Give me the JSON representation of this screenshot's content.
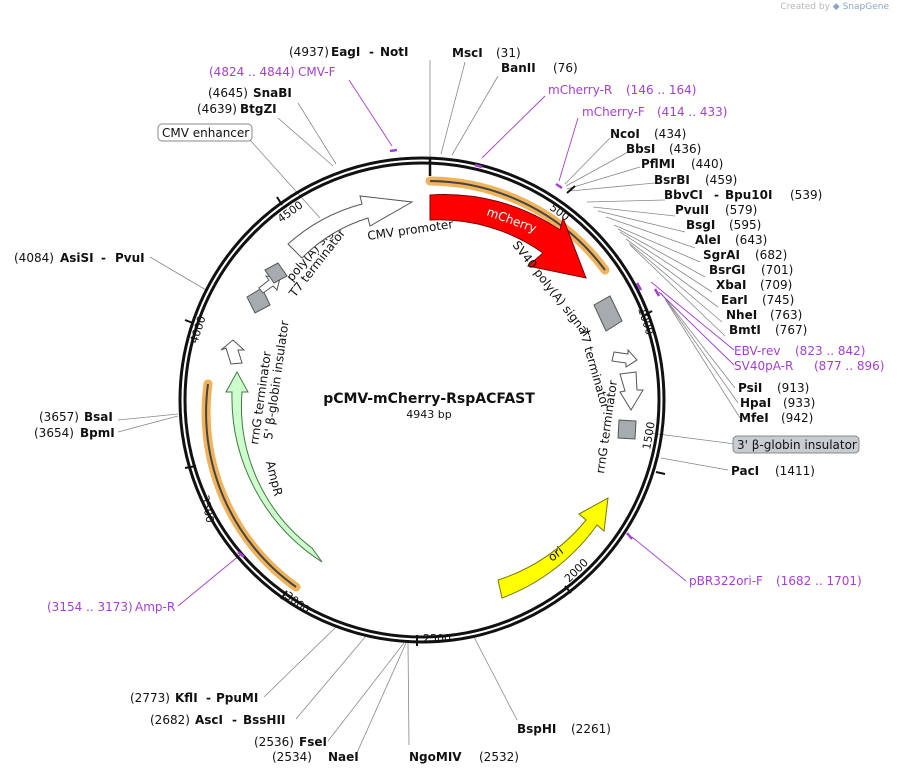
{
  "credit": {
    "prefix": "Created by",
    "brand": "SnapGene"
  },
  "plasmid": {
    "name": "pCMV-mCherry-RspACFAST",
    "size": "4943 bp"
  },
  "ticks": [
    "500",
    "1000",
    "1500",
    "2000",
    "2500",
    "3000",
    "3500",
    "4000",
    "4500"
  ],
  "features": {
    "mcherry": "mCherry",
    "sv40pa": "SV40 poly(A) signal",
    "t7term_r": "T7 terminator",
    "rrng_r": "rrnG terminator",
    "ori": "ori",
    "ampr": "AmpR",
    "rrng_l": "rrnG terminator",
    "globin5": "5' β-globin insulator",
    "t7term_l": "T7 terminator",
    "polya_l": "poly(A) signal",
    "cmvprom": "CMV promoter",
    "cmv_enh": "CMV enhancer",
    "globin3": "3' β-globin insulator"
  },
  "sites": {
    "eagi_pos": "(4937)",
    "eagi": "EagI",
    "dash1": "-",
    "noti": "NotI",
    "msci": "MscI",
    "msci_pos": "(31)",
    "banii": "BanII",
    "banii_pos": "(76)",
    "snabi_pos": "(4645)",
    "snabi": "SnaBI",
    "btgzi_pos": "(4639)",
    "btgzi": "BtgZI",
    "ncoi": "NcoI",
    "ncoi_pos": "(434)",
    "bbsi": "BbsI",
    "bbsi_pos": "(436)",
    "pflmi": "PflMI",
    "pflmi_pos": "(440)",
    "bsrbi": "BsrBI",
    "bsrbi_pos": "(459)",
    "bbvci": "BbvCI",
    "dash2": "-",
    "bpu10i": "Bpu10I",
    "bbvci_pos": "(539)",
    "pvuii": "PvuII",
    "pvuii_pos": "(579)",
    "bsgi": "BsgI",
    "bsgi_pos": "(595)",
    "alei": "AleI",
    "alei_pos": "(643)",
    "sgrai": "SgrAI",
    "sgrai_pos": "(682)",
    "bsrgi": "BsrGI",
    "bsrgi_pos": "(701)",
    "xbai": "XbaI",
    "xbai_pos": "(709)",
    "eari": "EarI",
    "eari_pos": "(745)",
    "nhei": "NheI",
    "nhei_pos": "(763)",
    "bmti": "BmtI",
    "bmti_pos": "(767)",
    "psii": "PsiI",
    "psii_pos": "(913)",
    "hpai": "HpaI",
    "hpai_pos": "(933)",
    "mfei": "MfeI",
    "mfei_pos": "(942)",
    "paci": "PacI",
    "paci_pos": "(1411)",
    "asisi_pos": "(4084)",
    "asisi": "AsiSI",
    "dash3": "-",
    "pvui": "PvuI",
    "bsai_pos": "(3657)",
    "bsai": "BsaI",
    "bpmi_pos": "(3654)",
    "bpmi": "BpmI",
    "kfli_pos": "(2773)",
    "kfli": "KflI",
    "dash4": "-",
    "ppumi": "PpuMI",
    "asci_pos": "(2682)",
    "asci": "AscI",
    "dash5": "-",
    "bsshii": "BssHII",
    "fsei_pos": "(2536)",
    "fsei": "FseI",
    "naei_pos": "(2534)",
    "naei": "NaeI",
    "ngomiv": "NgoMIV",
    "ngomiv_pos": "(2532)",
    "bsphi": "BspHI",
    "bsphi_pos": "(2261)"
  },
  "primers": {
    "cmvf_range": "(4824 .. 4844)",
    "cmvf": "CMV-F",
    "mcherryr": "mCherry-R",
    "mcherryr_range": "(146 .. 164)",
    "mcherryf": "mCherry-F",
    "mcherryf_range": "(414 .. 433)",
    "ebvrev": "EBV-rev",
    "ebvrev_range": "(823 .. 842)",
    "sv40par": "SV40pA-R",
    "sv40par_range": "(877 .. 896)",
    "pbr": "pBR322ori-F",
    "pbr_range": "(1682 .. 1701)",
    "ampr_range": "(3154 .. 3173)",
    "ampr": "Amp-R"
  },
  "colors": {
    "backbone": "#111111",
    "mcherry": "#ff0000",
    "ori": "#ffff00",
    "ampr": "#ccffcc",
    "primer": "#a43fd4",
    "highlight": "#f0b25a",
    "grey_feature": "#a6abb0"
  }
}
